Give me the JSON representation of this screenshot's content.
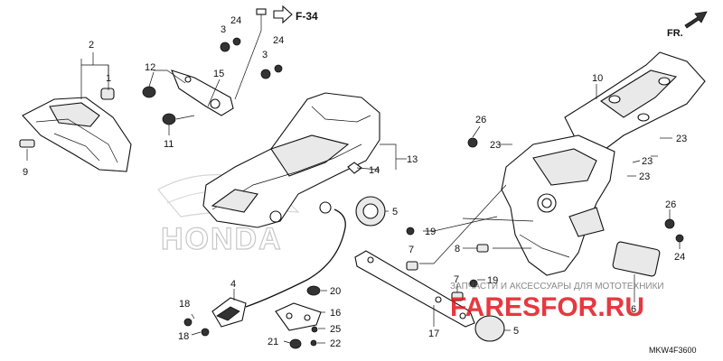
{
  "diagram": {
    "reference": "F-34",
    "direction": "FR.",
    "code": "MKW4F3600",
    "watermark_brand": "HONDA",
    "watermark_site": "FARESFOR.RU",
    "watermark_text": "ЗАПЧАСТИ И АКСЕССУАРЫ ДЛЯ МОТОТЕХНИКИ",
    "callouts": [
      {
        "id": "c2",
        "text": "2"
      },
      {
        "id": "c1",
        "text": "1"
      },
      {
        "id": "c9",
        "text": "9"
      },
      {
        "id": "c12",
        "text": "12"
      },
      {
        "id": "c15",
        "text": "15"
      },
      {
        "id": "c11",
        "text": "11"
      },
      {
        "id": "c24a",
        "text": "24"
      },
      {
        "id": "c3a",
        "text": "3"
      },
      {
        "id": "c24b",
        "text": "24"
      },
      {
        "id": "c3b",
        "text": "3"
      },
      {
        "id": "c13",
        "text": "13"
      },
      {
        "id": "c14",
        "text": "14"
      },
      {
        "id": "c5a",
        "text": "5"
      },
      {
        "id": "c4",
        "text": "4"
      },
      {
        "id": "c18a",
        "text": "18"
      },
      {
        "id": "c18b",
        "text": "18"
      },
      {
        "id": "c20",
        "text": "20"
      },
      {
        "id": "c16",
        "text": "16"
      },
      {
        "id": "c25",
        "text": "25"
      },
      {
        "id": "c21",
        "text": "21"
      },
      {
        "id": "c22",
        "text": "22"
      },
      {
        "id": "c10",
        "text": "10"
      },
      {
        "id": "c26a",
        "text": "26"
      },
      {
        "id": "c23a",
        "text": "23"
      },
      {
        "id": "c23b",
        "text": "23"
      },
      {
        "id": "c23c",
        "text": "23"
      },
      {
        "id": "c23d",
        "text": "23"
      },
      {
        "id": "c19a",
        "text": "19"
      },
      {
        "id": "c7a",
        "text": "7"
      },
      {
        "id": "c8",
        "text": "8"
      },
      {
        "id": "c26b",
        "text": "26"
      },
      {
        "id": "c24c",
        "text": "24"
      },
      {
        "id": "c7b",
        "text": "7"
      },
      {
        "id": "c19b",
        "text": "19"
      },
      {
        "id": "c6",
        "text": "6"
      },
      {
        "id": "c17",
        "text": "17"
      },
      {
        "id": "c5b",
        "text": "5"
      }
    ]
  }
}
